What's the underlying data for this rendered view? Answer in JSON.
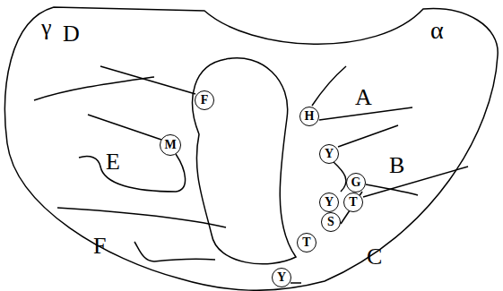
{
  "diagram": {
    "nodes": [
      {
        "text": [
          "F"
        ]
      },
      {
        "text": [
          "H"
        ]
      },
      {
        "text": [
          "M"
        ]
      },
      {
        "text": [
          "Y"
        ]
      },
      {
        "text": [
          "G"
        ]
      },
      {
        "text": [
          "Y"
        ]
      },
      {
        "text": [
          "T"
        ]
      },
      {
        "text": [
          "S"
        ]
      },
      {
        "text": [
          "T"
        ]
      },
      {
        "text": [
          "Y"
        ]
      }
    ],
    "labels": [
      "γ",
      "D",
      "α",
      "A",
      "B",
      "C",
      "E",
      "F"
    ]
  }
}
